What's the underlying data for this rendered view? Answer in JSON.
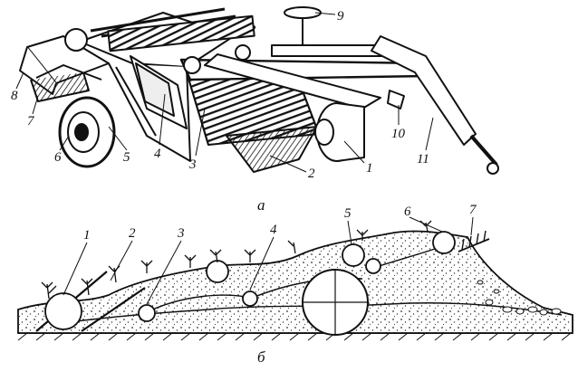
{
  "figure": {
    "top_caption": "а",
    "bottom_caption": "б",
    "machine_labels": [
      "1",
      "2",
      "3",
      "4",
      "5",
      "6",
      "7",
      "8",
      "9",
      "10",
      "11"
    ],
    "section_labels": [
      "1",
      "2",
      "3",
      "4",
      "5",
      "6",
      "7"
    ]
  }
}
